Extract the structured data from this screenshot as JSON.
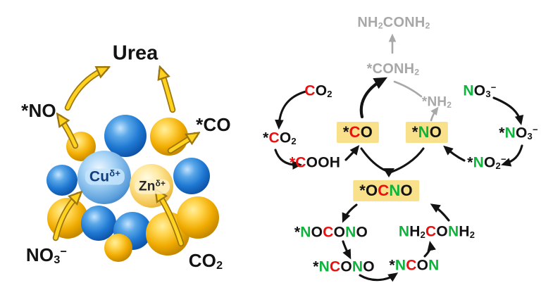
{
  "colors": {
    "black": "#131313",
    "red": "#ed0f0f",
    "green": "#0db53c",
    "gray": "#a8a8a8",
    "box_yellow": "#f9e18c",
    "arrow_yellow": "#ffd21e",
    "arrow_outline": "#9c7510",
    "cu": "#113f7d",
    "zn": "#262626"
  },
  "left": {
    "urea": "Urea",
    "species": {
      "star_no": [
        {
          "t": "*NO"
        }
      ],
      "star_co": [
        {
          "t": "*CO"
        }
      ],
      "no3": [
        {
          "t": "NO"
        },
        {
          "t": "3",
          "sub": true
        },
        {
          "t": "−",
          "sup": true
        }
      ],
      "co2": [
        {
          "t": "CO"
        },
        {
          "t": "2",
          "sub": true
        }
      ],
      "cu": [
        {
          "t": "Cu",
          "c": "cu"
        },
        {
          "t": "δ+",
          "c": "cu",
          "sup": true
        }
      ],
      "zn": [
        {
          "t": "Zn",
          "c": "zn"
        },
        {
          "t": "δ+",
          "c": "zn",
          "sup": true
        }
      ]
    }
  },
  "right": {
    "species": {
      "urea_gray": [
        {
          "t": "NH",
          "c": "gray"
        },
        {
          "t": "2",
          "c": "gray",
          "sub": true
        },
        {
          "t": "CONH",
          "c": "gray"
        },
        {
          "t": "2",
          "c": "gray",
          "sub": true
        }
      ],
      "conh2_gray": [
        {
          "t": "*CONH",
          "c": "gray"
        },
        {
          "t": "2",
          "c": "gray",
          "sub": true
        }
      ],
      "nh2_gray": [
        {
          "t": "*NH",
          "c": "gray"
        },
        {
          "t": "2",
          "c": "gray",
          "sub": true
        }
      ],
      "co2_free": [
        {
          "t": "C",
          "c": "red"
        },
        {
          "t": "O"
        },
        {
          "t": "2",
          "sub": true
        }
      ],
      "co2_ads": [
        {
          "t": "*"
        },
        {
          "t": "C",
          "c": "red"
        },
        {
          "t": "O"
        },
        {
          "t": "2",
          "sub": true
        }
      ],
      "cooh_ads": [
        {
          "t": "*",
          "c": "red"
        },
        {
          "t": "C",
          "c": "red"
        },
        {
          "t": "OOH"
        }
      ],
      "co_box": [
        {
          "t": "*"
        },
        {
          "t": "C",
          "c": "red"
        },
        {
          "t": "O"
        }
      ],
      "no_box": [
        {
          "t": "*"
        },
        {
          "t": "N",
          "c": "green"
        },
        {
          "t": "O"
        }
      ],
      "no3_free": [
        {
          "t": "N",
          "c": "green"
        },
        {
          "t": "O"
        },
        {
          "t": "3",
          "sub": true
        },
        {
          "t": "−",
          "sup": true
        }
      ],
      "no3_ads": [
        {
          "t": "*"
        },
        {
          "t": "N",
          "c": "green"
        },
        {
          "t": "O"
        },
        {
          "t": "3",
          "sub": true
        },
        {
          "t": "−",
          "sup": true
        }
      ],
      "no2_ads": [
        {
          "t": "*"
        },
        {
          "t": "N",
          "c": "green"
        },
        {
          "t": "O"
        },
        {
          "t": "2",
          "sub": true
        },
        {
          "t": "−",
          "sup": true
        }
      ],
      "ocno_box": [
        {
          "t": "*O"
        },
        {
          "t": "C",
          "c": "red"
        },
        {
          "t": "N",
          "c": "green"
        },
        {
          "t": "O"
        }
      ],
      "nocono": [
        {
          "t": "*"
        },
        {
          "t": "N",
          "c": "green"
        },
        {
          "t": "O"
        },
        {
          "t": "C",
          "c": "red"
        },
        {
          "t": "O"
        },
        {
          "t": "N",
          "c": "green"
        },
        {
          "t": "O"
        }
      ],
      "ncono": [
        {
          "t": "*"
        },
        {
          "t": "N",
          "c": "green"
        },
        {
          "t": "C",
          "c": "red"
        },
        {
          "t": "O"
        },
        {
          "t": "N",
          "c": "green"
        },
        {
          "t": "O"
        }
      ],
      "ncon": [
        {
          "t": "*"
        },
        {
          "t": "N",
          "c": "green"
        },
        {
          "t": "C",
          "c": "red"
        },
        {
          "t": "O"
        },
        {
          "t": "N",
          "c": "green"
        }
      ],
      "urea_cycle": [
        {
          "t": "N",
          "c": "green"
        },
        {
          "t": "H"
        },
        {
          "t": "2",
          "sub": true
        },
        {
          "t": "C",
          "c": "red"
        },
        {
          "t": "O"
        },
        {
          "t": "N",
          "c": "green"
        },
        {
          "t": "H"
        },
        {
          "t": "2",
          "sub": true
        }
      ]
    }
  }
}
